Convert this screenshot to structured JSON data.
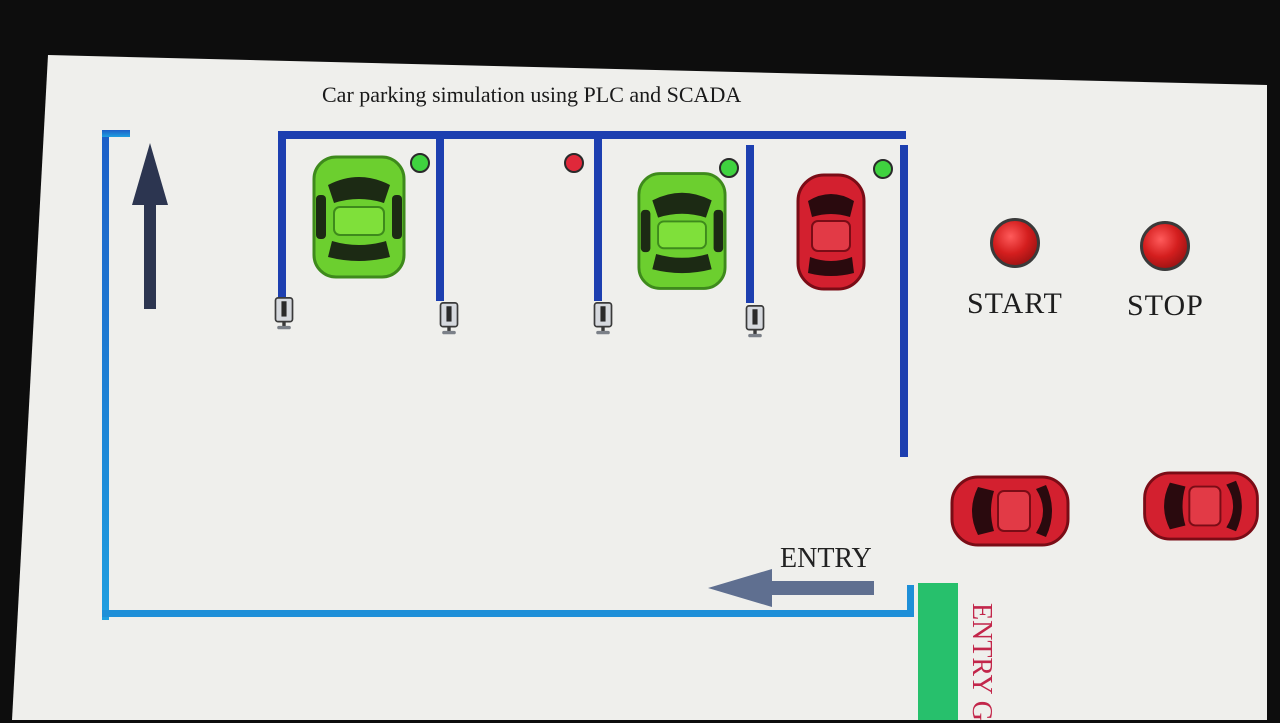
{
  "title": "Car parking simulation using PLC and SCADA",
  "colors": {
    "wall": "#1d3fb0",
    "green_car": "#6ccf2f",
    "red_car": "#d3202f",
    "indicator_free": "#3fd23f",
    "indicator_occupied": "#e0283a",
    "entry_gate": "#27c06c",
    "entry_gate_text": "#c2264a"
  },
  "slots": [
    {
      "indicator": "green",
      "car": "green"
    },
    {
      "indicator": "red",
      "car": "empty"
    },
    {
      "indicator": "green",
      "car": "green"
    },
    {
      "indicator": "green",
      "car": "red"
    }
  ],
  "controls": {
    "start_label": "START",
    "stop_label": "STOP"
  },
  "entry": {
    "label": "ENTRY",
    "gate_label": "ENTRY G"
  },
  "icons": {
    "exit_arrow": "arrow-up-icon",
    "entry_arrow": "arrow-left-icon",
    "slot_sensor": "proximity-sensor-icon"
  }
}
